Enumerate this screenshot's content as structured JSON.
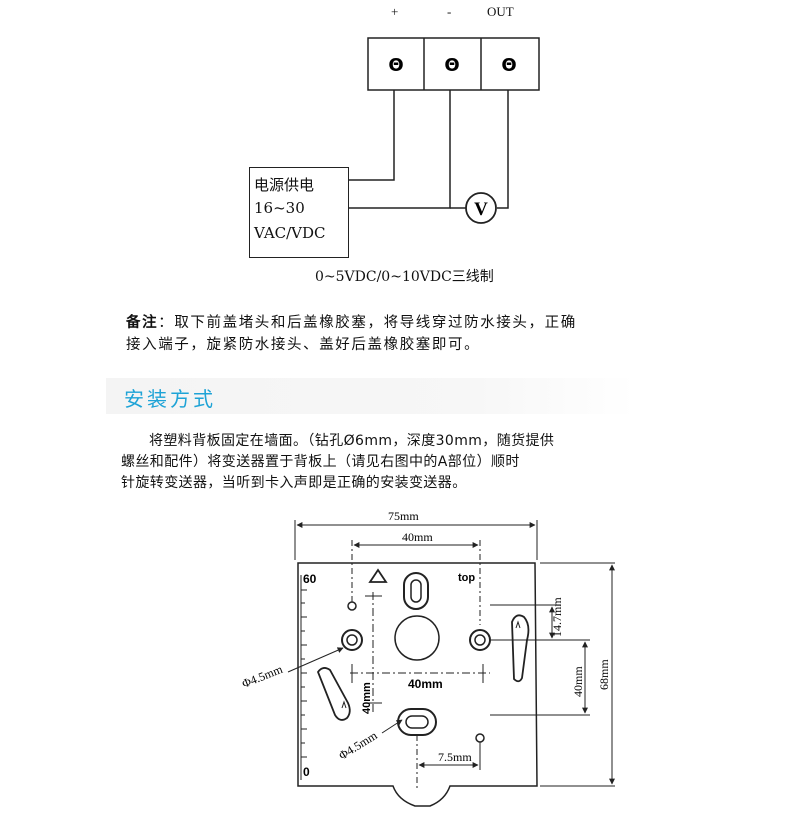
{
  "wiring": {
    "terminal_labels": [
      "+",
      "-",
      "OUT"
    ],
    "terminal_symbol": "Θ",
    "meter_symbol": "V",
    "supply_lines": [
      "电源供电",
      "16~30",
      "VAC/VDC"
    ],
    "caption": "0~5VDC/0~10VDC三线制"
  },
  "note": {
    "label": "备注",
    "colon": "：",
    "line1": "取下前盖堵头和后盖橡胶塞，将导线穿过防水接头，正确",
    "line2": "接入端子，旋紧防水接头、盖好后盖橡胶塞即可。"
  },
  "section": {
    "title": "安装方式",
    "title_color": "#1ea3d6"
  },
  "install_text": {
    "line1": "将塑料背板固定在墙面。（钻孔Ø6mm，深度30mm，随货提供",
    "line2": "螺丝和配件）将变送器置于背板上（请见右图中的A部位）顺时",
    "line3": "针旋转变送器，当听到卡入声即是正确的安装变送器。"
  },
  "plate": {
    "width_label": "75mm",
    "top_spacing_label": "40mm",
    "scale_top": "60",
    "scale_bottom": "0",
    "top_label": "top",
    "right_small_label": "14.7mm",
    "right_mid_label": "40mm",
    "right_total_label": "68mm",
    "hole_label_left": "Φ4.5mm",
    "hole_label_bottom": "Φ4.5mm",
    "center_horizontal_label": "40mm",
    "center_vertical_label": "40mm",
    "bottom_offset_label": "7.5mm"
  }
}
